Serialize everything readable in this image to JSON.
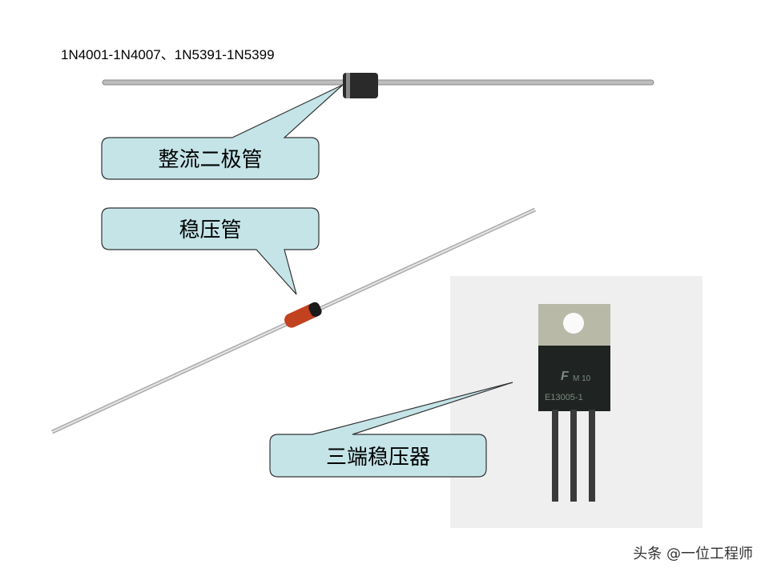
{
  "slide": {
    "title": "1N4001-1N4007、1N5391-1N5399",
    "callouts": [
      {
        "label": "整流二极管"
      },
      {
        "label": "稳压管"
      },
      {
        "label": "三端稳压器"
      }
    ],
    "regulator_marking": [
      "F",
      "M 10",
      "E13005-1"
    ],
    "watermark": "头条 @一位工程师"
  },
  "colors": {
    "callout_fill": "#c4e4e8",
    "callout_stroke": "#333333"
  }
}
